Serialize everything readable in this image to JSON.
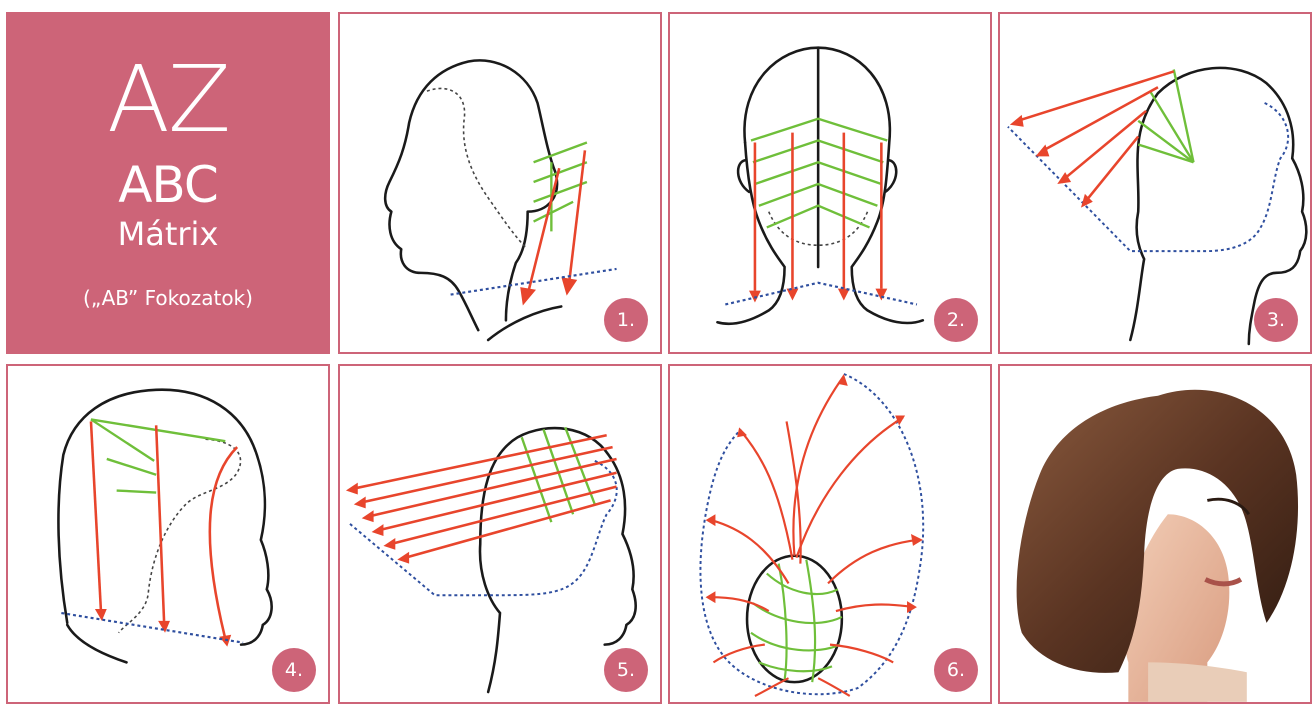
{
  "title": {
    "line1": "AZ",
    "line2": "ABC",
    "line3": "Mátrix",
    "line4": "(„AB” Fokozatok)"
  },
  "steps": [
    {
      "number": "1.",
      "icon": "head-profile-nape-sections"
    },
    {
      "number": "2.",
      "icon": "head-back-nape-sections"
    },
    {
      "number": "3.",
      "icon": "head-profile-radial-sections"
    },
    {
      "number": "4.",
      "icon": "head-profile-vertical-sections"
    },
    {
      "number": "5.",
      "icon": "head-profile-horizontal-overdirection"
    },
    {
      "number": "6.",
      "icon": "head-top-radial-sections"
    }
  ],
  "photo": {
    "icon": "finished-bob-haircut-photo"
  },
  "colors": {
    "accent": "#cd6478",
    "elevation_arrows": "#e8452c",
    "section_lines": "#6fbf3a",
    "guide_lines": "#2f4f9f",
    "outline": "#1a1a1a"
  }
}
